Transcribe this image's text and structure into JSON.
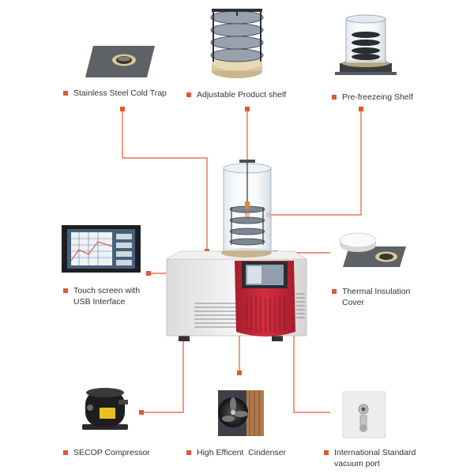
{
  "colors": {
    "accent": "#e05a2b",
    "machine_red": "#c8283a",
    "machine_body": "#eeeeee",
    "text": "#333333"
  },
  "components": [
    {
      "id": "cold-trap",
      "icon": "cold-trap-icon",
      "lines": [
        "Stainless Steel Cold Trap"
      ]
    },
    {
      "id": "product-shelf",
      "icon": "product-shelf-icon",
      "lines": [
        "Adjustable Product shelf"
      ]
    },
    {
      "id": "prefreezing-shelf",
      "icon": "prefreezing-shelf-icon",
      "lines": [
        "Pre-freezeing Shelf"
      ]
    },
    {
      "id": "touch-screen",
      "icon": "touch-screen-icon",
      "lines": [
        "Touch screen with",
        "USB Interface"
      ]
    },
    {
      "id": "insulation-cover",
      "icon": "insulation-cover-icon",
      "lines": [
        "Thermal Insulation",
        "Cover"
      ]
    },
    {
      "id": "compressor",
      "icon": "compressor-icon",
      "lines": [
        "SECOP Compressor"
      ]
    },
    {
      "id": "condenser",
      "icon": "condenser-icon",
      "lines": [
        "High Efficent  Cindenser"
      ]
    },
    {
      "id": "vacuum-port",
      "icon": "vacuum-port-icon",
      "lines": [
        "International Standard",
        "vacuum port"
      ]
    }
  ]
}
